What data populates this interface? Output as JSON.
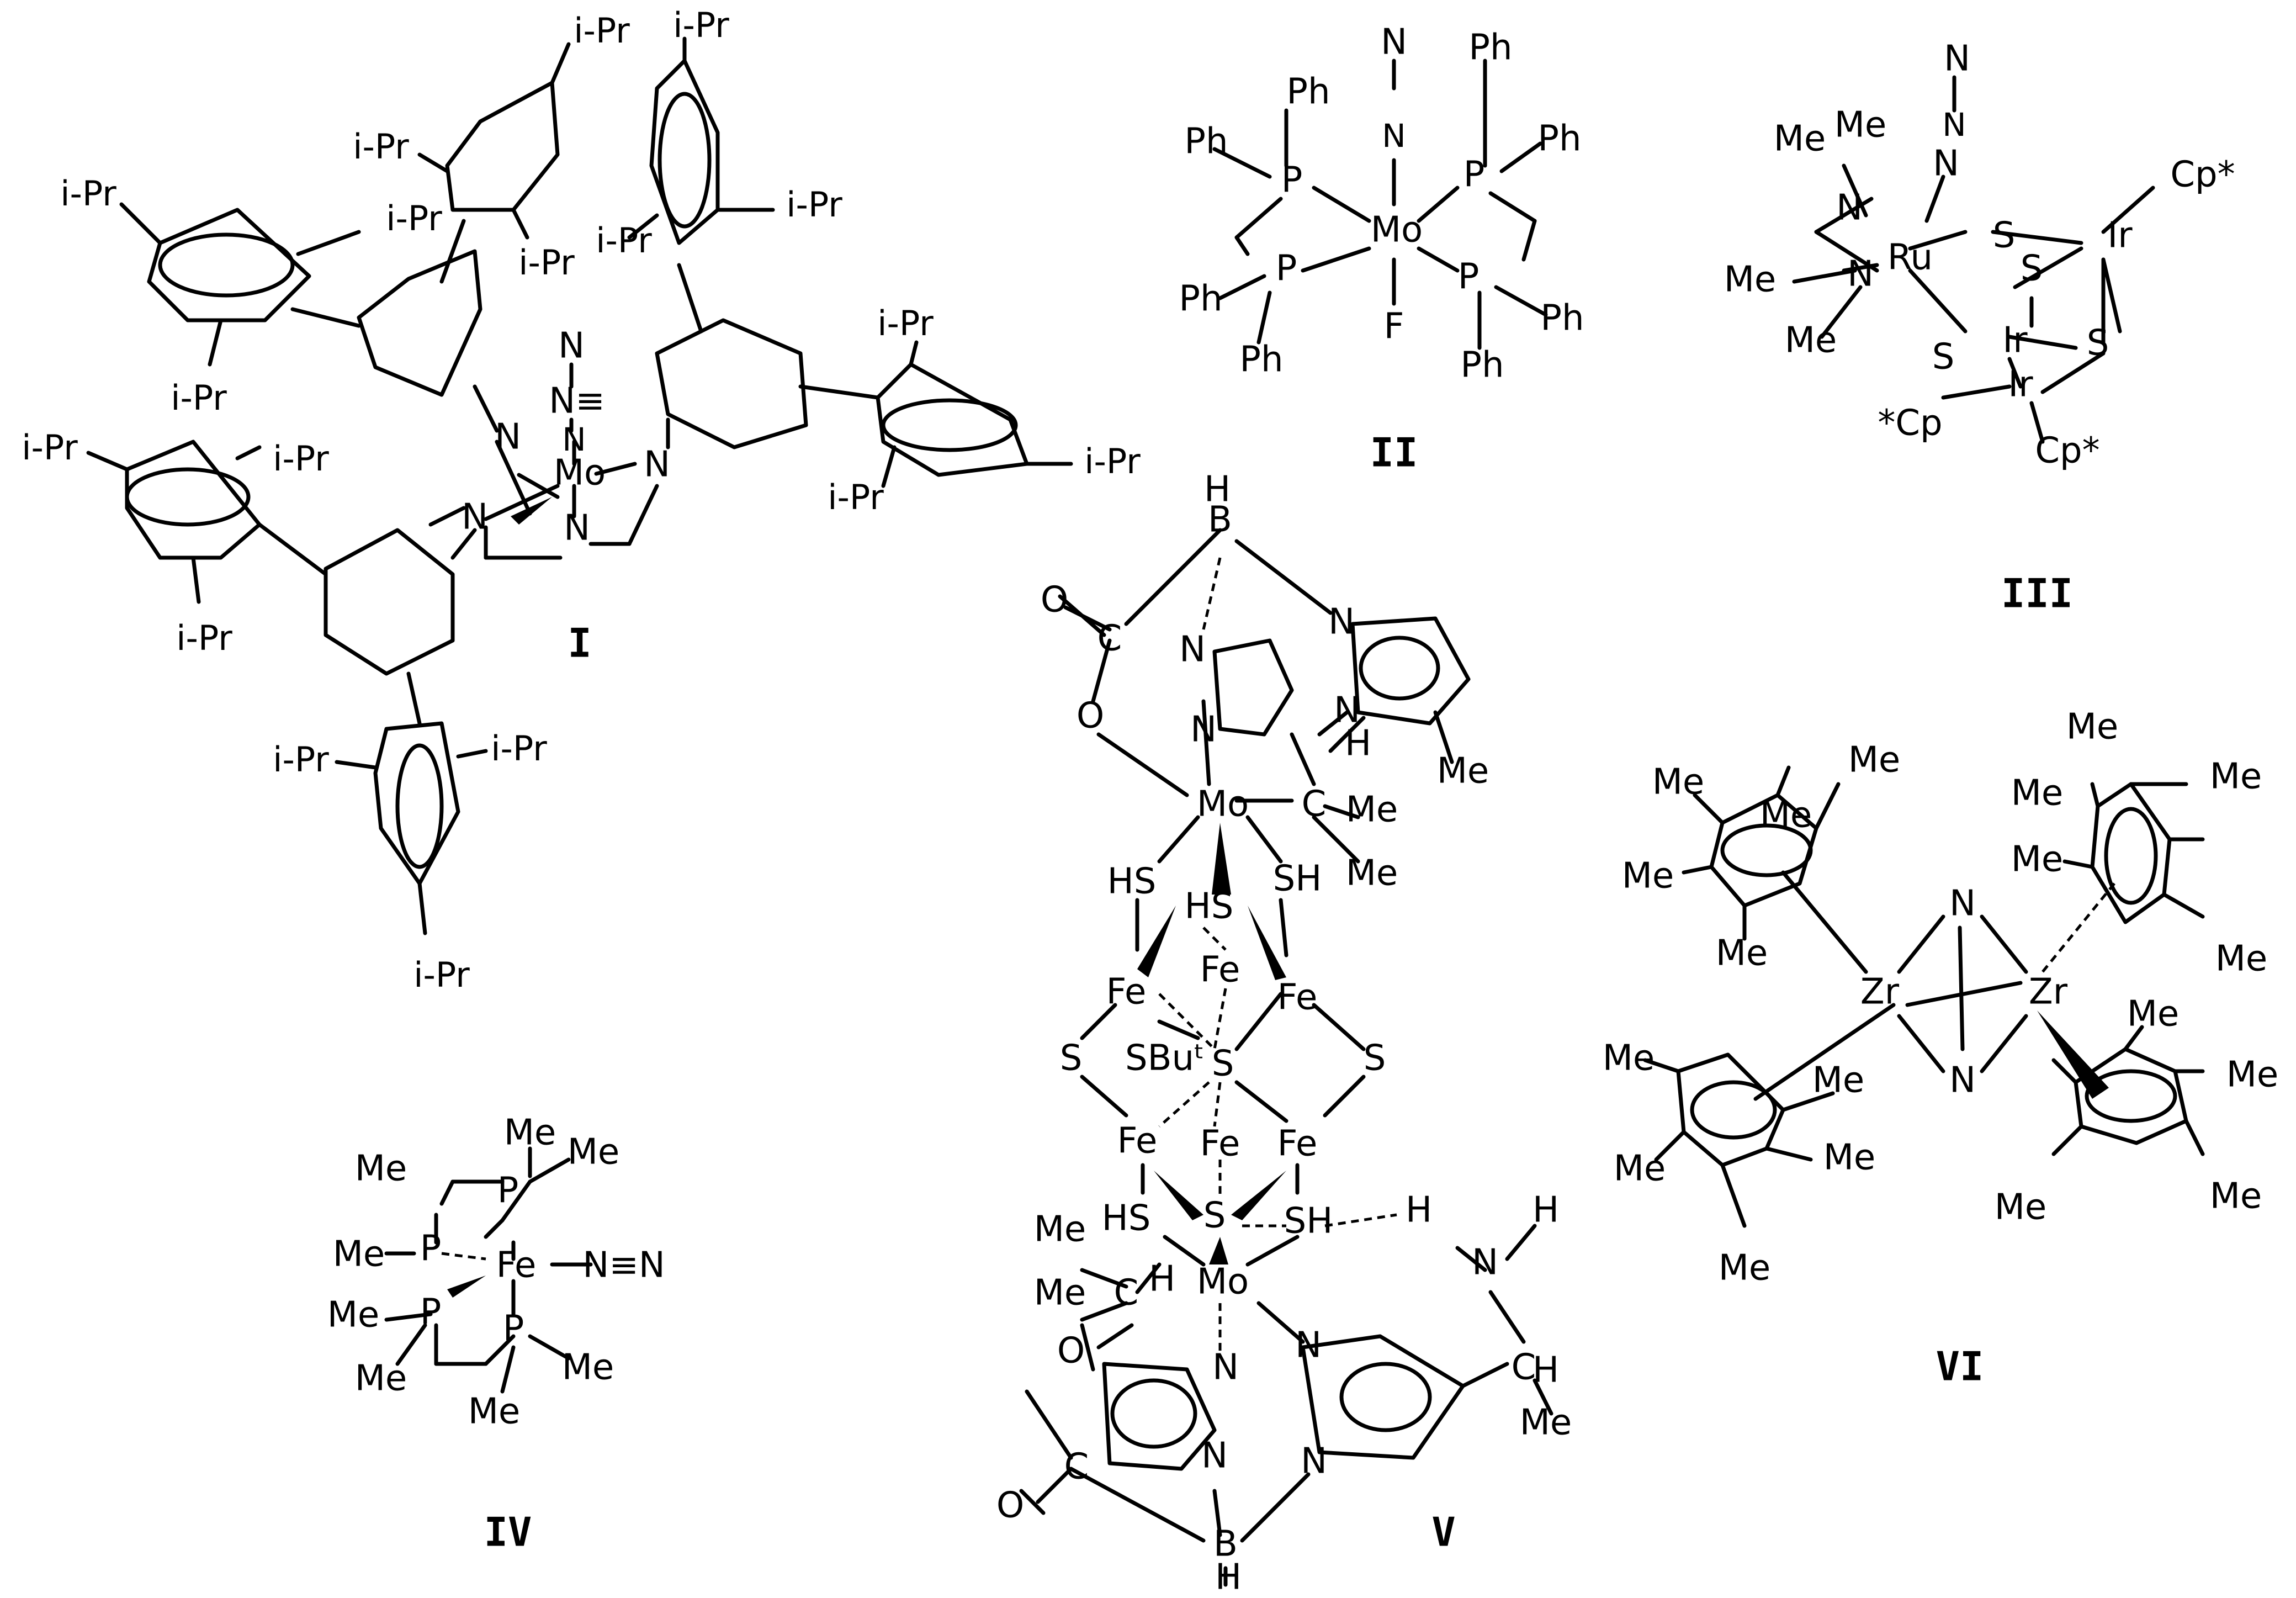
{
  "compounds": [
    {
      "id": "I",
      "label": "I"
    },
    {
      "id": "II",
      "label": "II"
    },
    {
      "id": "III",
      "label": "III"
    },
    {
      "id": "IV",
      "label": "IV"
    },
    {
      "id": "V",
      "label": "V"
    },
    {
      "id": "VI",
      "label": "VI"
    }
  ],
  "atoms": {
    "iPr": "i-Pr",
    "Ph": "Ph",
    "Me": "Me",
    "Mo": "Mo",
    "N": "N",
    "F": "F",
    "P": "P",
    "Ru": "Ru",
    "Ir": "Ir",
    "S": "S",
    "Cpstar": "Cp*",
    "starCp": "*Cp",
    "Fe": "Fe",
    "B": "B",
    "H": "H",
    "C": "C",
    "O": "O",
    "HS": "HS",
    "SH": "SH",
    "SBut": "SBuᵗ",
    "Zr": "Zr",
    "N2": "N≡N",
    "Ntriple": "N≡"
  }
}
